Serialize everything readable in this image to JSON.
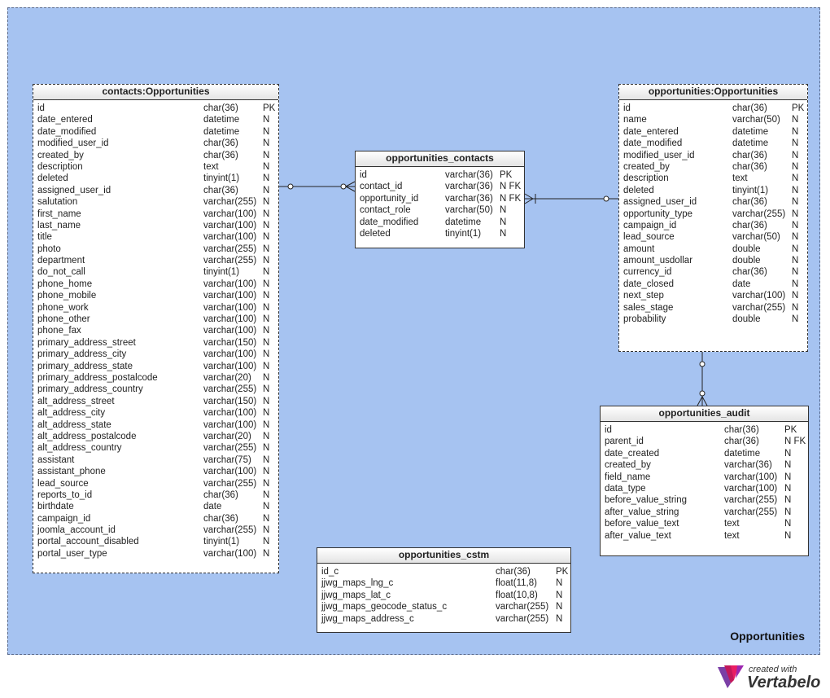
{
  "area_title": "Opportunities",
  "brand": {
    "small": "created with",
    "big": "Vertabelo"
  },
  "tables": {
    "contacts": {
      "title": "contacts:Opportunities",
      "rows": [
        [
          "id",
          "char(36)",
          "PK"
        ],
        [
          "date_entered",
          "datetime",
          "N"
        ],
        [
          "date_modified",
          "datetime",
          "N"
        ],
        [
          "modified_user_id",
          "char(36)",
          "N"
        ],
        [
          "created_by",
          "char(36)",
          "N"
        ],
        [
          "description",
          "text",
          "N"
        ],
        [
          "deleted",
          "tinyint(1)",
          "N"
        ],
        [
          "assigned_user_id",
          "char(36)",
          "N"
        ],
        [
          "salutation",
          "varchar(255)",
          "N"
        ],
        [
          "first_name",
          "varchar(100)",
          "N"
        ],
        [
          "last_name",
          "varchar(100)",
          "N"
        ],
        [
          "title",
          "varchar(100)",
          "N"
        ],
        [
          "photo",
          "varchar(255)",
          "N"
        ],
        [
          "department",
          "varchar(255)",
          "N"
        ],
        [
          "do_not_call",
          "tinyint(1)",
          "N"
        ],
        [
          "phone_home",
          "varchar(100)",
          "N"
        ],
        [
          "phone_mobile",
          "varchar(100)",
          "N"
        ],
        [
          "phone_work",
          "varchar(100)",
          "N"
        ],
        [
          "phone_other",
          "varchar(100)",
          "N"
        ],
        [
          "phone_fax",
          "varchar(100)",
          "N"
        ],
        [
          "primary_address_street",
          "varchar(150)",
          "N"
        ],
        [
          "primary_address_city",
          "varchar(100)",
          "N"
        ],
        [
          "primary_address_state",
          "varchar(100)",
          "N"
        ],
        [
          "primary_address_postalcode",
          "varchar(20)",
          "N"
        ],
        [
          "primary_address_country",
          "varchar(255)",
          "N"
        ],
        [
          "alt_address_street",
          "varchar(150)",
          "N"
        ],
        [
          "alt_address_city",
          "varchar(100)",
          "N"
        ],
        [
          "alt_address_state",
          "varchar(100)",
          "N"
        ],
        [
          "alt_address_postalcode",
          "varchar(20)",
          "N"
        ],
        [
          "alt_address_country",
          "varchar(255)",
          "N"
        ],
        [
          "assistant",
          "varchar(75)",
          "N"
        ],
        [
          "assistant_phone",
          "varchar(100)",
          "N"
        ],
        [
          "lead_source",
          "varchar(255)",
          "N"
        ],
        [
          "reports_to_id",
          "char(36)",
          "N"
        ],
        [
          "birthdate",
          "date",
          "N"
        ],
        [
          "campaign_id",
          "char(36)",
          "N"
        ],
        [
          "joomla_account_id",
          "varchar(255)",
          "N"
        ],
        [
          "portal_account_disabled",
          "tinyint(1)",
          "N"
        ],
        [
          "portal_user_type",
          "varchar(100)",
          "N"
        ]
      ]
    },
    "opp_contacts": {
      "title": "opportunities_contacts",
      "rows": [
        [
          "id",
          "varchar(36)",
          "PK"
        ],
        [
          "contact_id",
          "varchar(36)",
          "N FK"
        ],
        [
          "opportunity_id",
          "varchar(36)",
          "N FK"
        ],
        [
          "contact_role",
          "varchar(50)",
          "N"
        ],
        [
          "date_modified",
          "datetime",
          "N"
        ],
        [
          "deleted",
          "tinyint(1)",
          "N"
        ]
      ]
    },
    "opportunities": {
      "title": "opportunities:Opportunities",
      "rows": [
        [
          "id",
          "char(36)",
          "PK"
        ],
        [
          "name",
          "varchar(50)",
          "N"
        ],
        [
          "date_entered",
          "datetime",
          "N"
        ],
        [
          "date_modified",
          "datetime",
          "N"
        ],
        [
          "modified_user_id",
          "char(36)",
          "N"
        ],
        [
          "created_by",
          "char(36)",
          "N"
        ],
        [
          "description",
          "text",
          "N"
        ],
        [
          "deleted",
          "tinyint(1)",
          "N"
        ],
        [
          "assigned_user_id",
          "char(36)",
          "N"
        ],
        [
          "opportunity_type",
          "varchar(255)",
          "N"
        ],
        [
          "campaign_id",
          "char(36)",
          "N"
        ],
        [
          "lead_source",
          "varchar(50)",
          "N"
        ],
        [
          "amount",
          "double",
          "N"
        ],
        [
          "amount_usdollar",
          "double",
          "N"
        ],
        [
          "currency_id",
          "char(36)",
          "N"
        ],
        [
          "date_closed",
          "date",
          "N"
        ],
        [
          "next_step",
          "varchar(100)",
          "N"
        ],
        [
          "sales_stage",
          "varchar(255)",
          "N"
        ],
        [
          "probability",
          "double",
          "N"
        ]
      ]
    },
    "audit": {
      "title": "opportunities_audit",
      "rows": [
        [
          "id",
          "char(36)",
          "PK"
        ],
        [
          "parent_id",
          "char(36)",
          "N FK"
        ],
        [
          "date_created",
          "datetime",
          "N"
        ],
        [
          "created_by",
          "varchar(36)",
          "N"
        ],
        [
          "field_name",
          "varchar(100)",
          "N"
        ],
        [
          "data_type",
          "varchar(100)",
          "N"
        ],
        [
          "before_value_string",
          "varchar(255)",
          "N"
        ],
        [
          "after_value_string",
          "varchar(255)",
          "N"
        ],
        [
          "before_value_text",
          "text",
          "N"
        ],
        [
          "after_value_text",
          "text",
          "N"
        ]
      ]
    },
    "cstm": {
      "title": "opportunities_cstm",
      "rows": [
        [
          "id_c",
          "char(36)",
          "PK"
        ],
        [
          "jjwg_maps_lng_c",
          "float(11,8)",
          "N"
        ],
        [
          "jjwg_maps_lat_c",
          "float(10,8)",
          "N"
        ],
        [
          "jjwg_maps_geocode_status_c",
          "varchar(255)",
          "N"
        ],
        [
          "jjwg_maps_address_c",
          "varchar(255)",
          "N"
        ]
      ]
    }
  }
}
